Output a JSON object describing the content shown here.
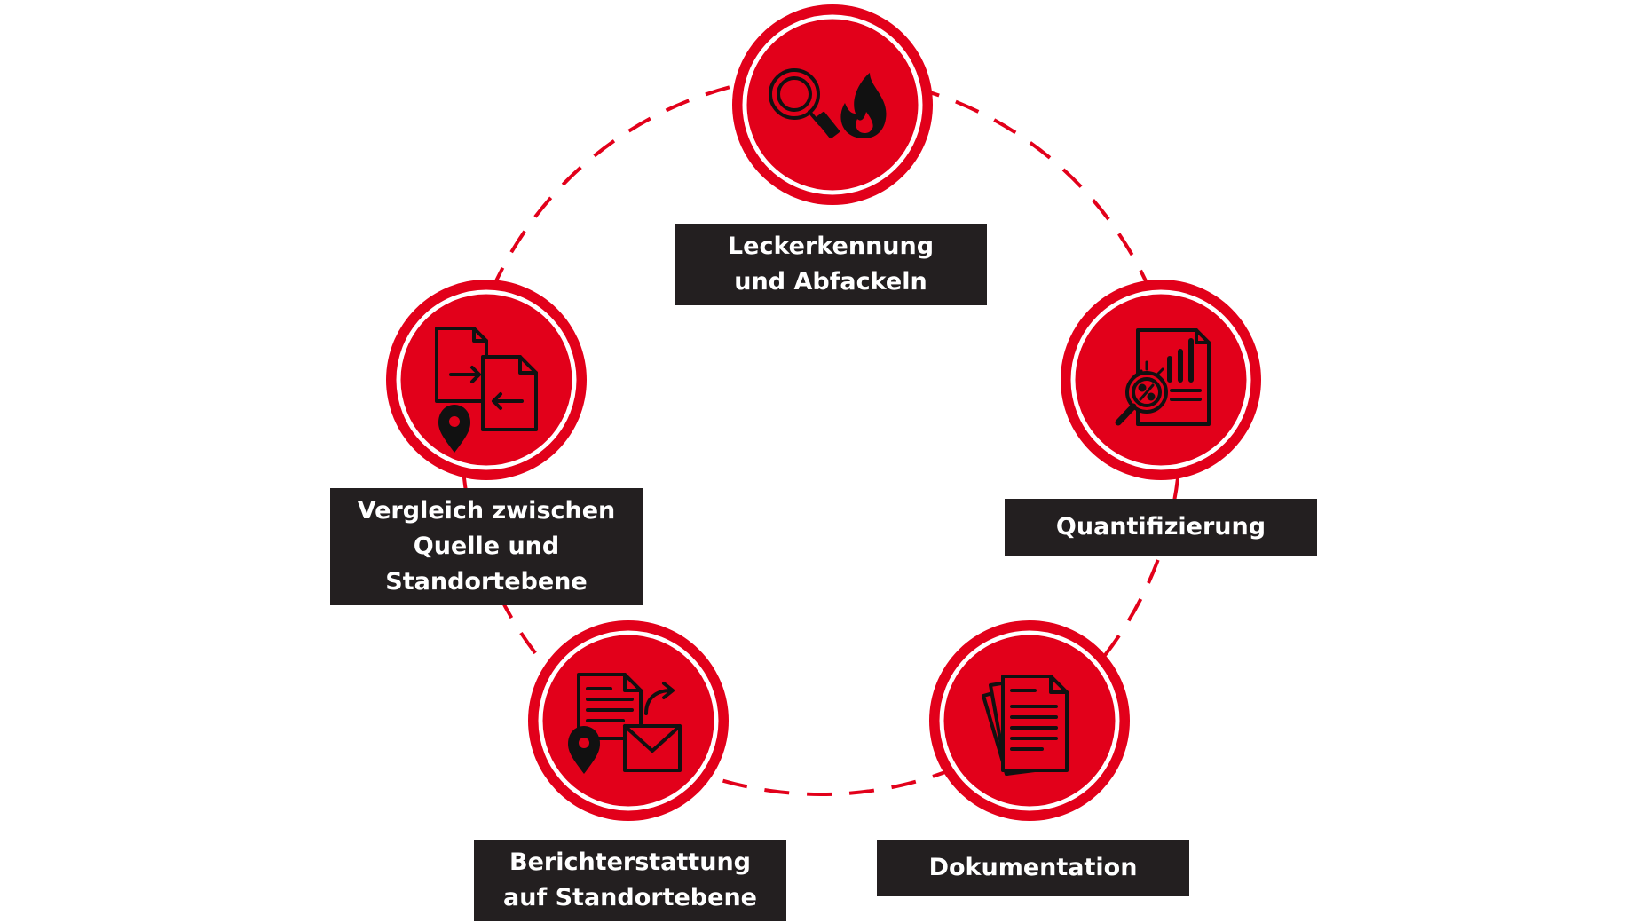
{
  "colors": {
    "accent": "#e2001a",
    "label_bg": "#231f20",
    "label_text": "#ffffff"
  },
  "steps": [
    {
      "icon": "magnifier-flame-icon",
      "label_lines": [
        "Leckerkennung",
        "und Abfackeln"
      ]
    },
    {
      "icon": "report-percent-analysis-icon",
      "label_lines": [
        "Quantifizierung"
      ]
    },
    {
      "icon": "document-stack-icon",
      "label_lines": [
        "Dokumentation"
      ]
    },
    {
      "icon": "report-mail-location-icon",
      "label_lines": [
        "Berichterstattung",
        "auf Standortebene"
      ]
    },
    {
      "icon": "file-exchange-location-icon",
      "label_lines": [
        "Vergleich zwischen",
        "Quelle und",
        "Standortebene"
      ]
    }
  ]
}
